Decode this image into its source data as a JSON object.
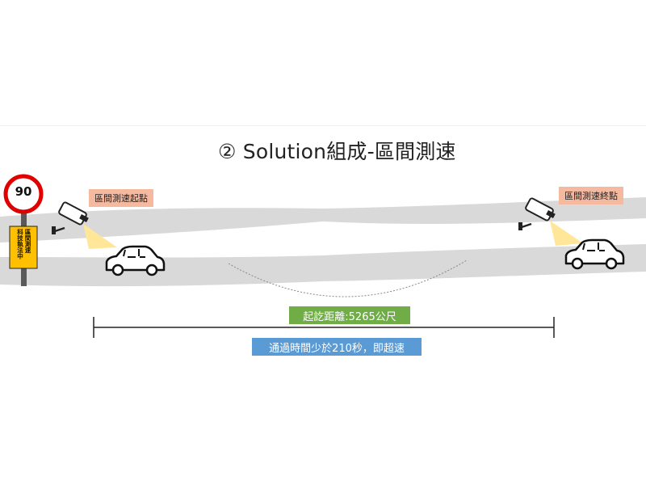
{
  "title": "② Solution組成-區間測速",
  "speed_sign": {
    "limit": "90",
    "panel_lines": [
      "區間測速",
      "科技執法中"
    ]
  },
  "start_label": "區間測速起點",
  "end_label": "區間測速終點",
  "distance_label": "起訖距離:5265公尺",
  "time_label": "通過時間少於210秒，即超速",
  "colors": {
    "road": "#d9d9d9",
    "start_end_label": "#f5b9a0",
    "distance_label": "#70ad47",
    "time_label": "#5b9bd5",
    "sign_ring": "#e00000",
    "sign_panel": "#ffc000",
    "camera_beam": "#ffe699"
  },
  "icons": {
    "camera": "surveillance-camera-icon",
    "car": "car-icon",
    "sign": "speed-limit-sign-icon"
  }
}
